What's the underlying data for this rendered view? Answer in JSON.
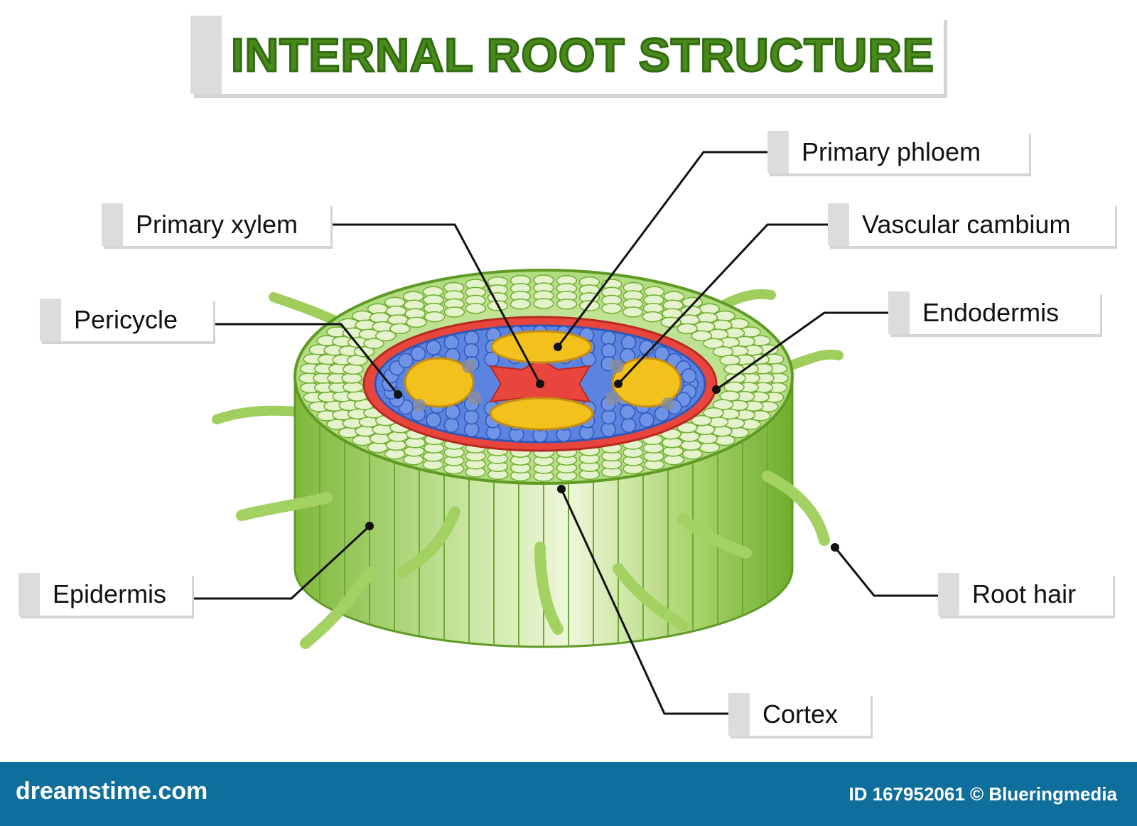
{
  "title": "INTERNAL ROOT STRUCTURE",
  "labels": {
    "primary_phloem": "Primary phloem",
    "primary_xylem": "Primary xylem",
    "vascular_cambium": "Vascular cambium",
    "pericycle": "Pericycle",
    "endodermis": "Endodermis",
    "epidermis": "Epidermis",
    "root_hair": "Root hair",
    "cortex": "Cortex"
  },
  "footer": {
    "brand": "dreamstime.com",
    "credit": "ID 167952061 © Blueringmedia"
  },
  "colors": {
    "title_green": "#4a8a1a",
    "cortex_green": "#b9e08f",
    "epidermis_green": "#8cc63f",
    "endodermis_red": "#e8453c",
    "stele_blue": "#4b74d8",
    "xylem_yellow": "#f2c11e",
    "footer_blue": "#0f6f9c"
  }
}
